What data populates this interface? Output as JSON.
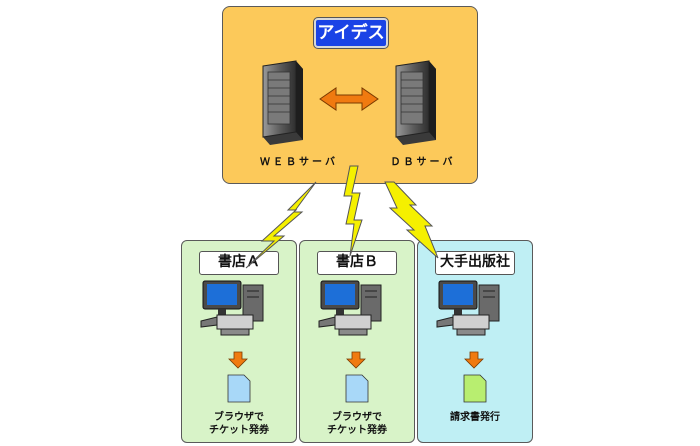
{
  "top": {
    "title": "アイデス",
    "web_server_label": "ＷＥＢサーバ",
    "db_server_label": "ＤＢサーバ"
  },
  "clients": [
    {
      "title": "書店Ａ",
      "caption_line1": "ブラウザで",
      "caption_line2": "チケット発券",
      "doc_color": "#a8d8f8"
    },
    {
      "title": "書店Ｂ",
      "caption_line1": "ブラウザで",
      "caption_line2": "チケット発券",
      "doc_color": "#a8d8f8"
    },
    {
      "title": "大手出版社",
      "caption_line1": "請求書発行",
      "caption_line2": "",
      "doc_color": "#b8ee70"
    }
  ],
  "colors": {
    "server_box": "#fcc95a",
    "title_badge": "#1a43e6",
    "store_box": "#d8f3c8",
    "publisher_box": "#bfeff4",
    "lightning": "#f5f000",
    "arrow": "#f07a10"
  }
}
